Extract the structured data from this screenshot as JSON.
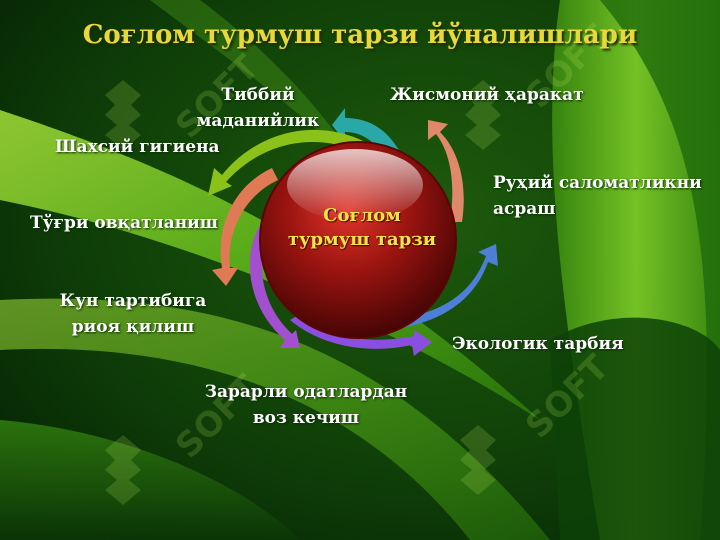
{
  "title": "Соғлом турмуш тарзи йўналишлари",
  "center": {
    "line1": "Соғлом",
    "line2": "турмуш тарзи"
  },
  "items": [
    {
      "line1": "Тиббий",
      "line2": "маданийлик"
    },
    {
      "line1": "Жисмоний ҳаракат"
    },
    {
      "line1": "Руҳий саломатликни",
      "line2": "асраш"
    },
    {
      "line1": "Экологик тарбия"
    },
    {
      "line1": "Зарарли одатлардан",
      "line2": "воз кечиш"
    },
    {
      "line1": "Кун тартибига",
      "line2": "риоя қилиш"
    },
    {
      "line1": "Тўғри овқатланиш"
    },
    {
      "line1": "Шахсий гигиена"
    }
  ],
  "watermark": "SOFT",
  "colors": {
    "title": "#e8d83a",
    "center_text": "#f2e44a",
    "sphere": "#8a0c08",
    "background": "#0c3a0a",
    "leaf": "#6cc21e"
  }
}
